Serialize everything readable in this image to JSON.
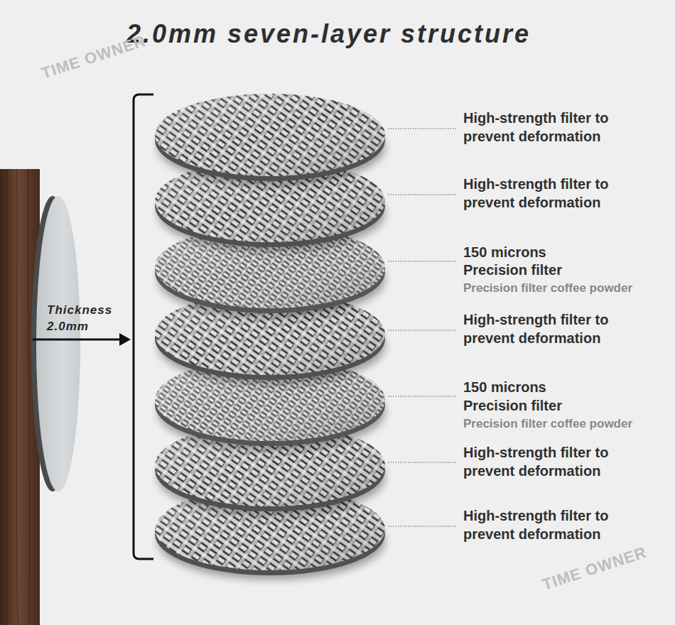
{
  "diagram": {
    "title": "2.0mm seven-layer structure",
    "labels": [
      "Thickness",
      "2.0mm",
      "High-strength filter to prevent deformation",
      "High-strength filter to prevent deformation",
      "150 microns",
      "Precision filter",
      "Precision filter coffee powder",
      "High-strength filter to prevent deformation",
      "150 microns",
      "Precision filter",
      "Precision filter coffee powder",
      "High-strength filter to prevent deformation",
      "High-strength filter to prevent deformation",
      "TIME OWNER",
      "TIME OWNER"
    ]
  }
}
